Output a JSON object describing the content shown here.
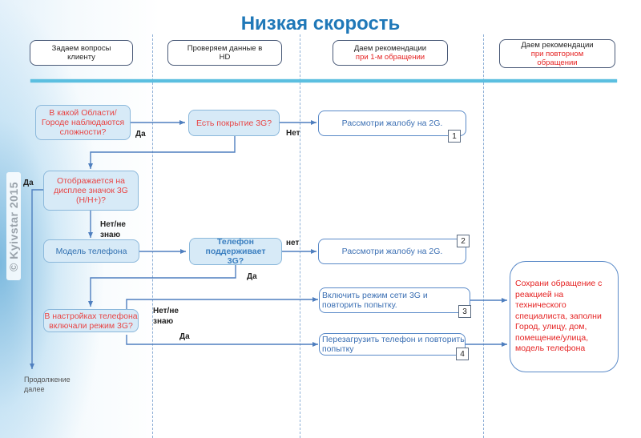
{
  "title": "Низкая скорость",
  "watermark": "© Kyivstar 2015",
  "lanes": [
    {
      "line1": "Задаем вопросы",
      "line2": "клиенту",
      "line3": ""
    },
    {
      "line1": "Проверяем данные в",
      "line2": "HD",
      "line3": ""
    },
    {
      "line1": "Даем рекомендации",
      "line2": "при 1-м обращении",
      "line3": ""
    },
    {
      "line1": "Даем рекомендации",
      "line2": "при повторном",
      "line3": "обращении"
    }
  ],
  "nodes": {
    "region_question": "В какой Области/Городе наблюдаются сложности?",
    "coverage_question": "Есть покрытие 3G?",
    "review_2g_1": "Рассмотри жалобу на 2G.",
    "icon_question": "Отображается на дисплее значок 3G (H/H+)?",
    "phone_model": "Модель телефона",
    "phone_supports_question": "Телефон поддерживает 3G?",
    "review_2g_2": "Рассмотри жалобу на 2G.",
    "settings_question": "В настройках телефона включали режим 3G?",
    "enable_3g": "Включить режим сети 3G и повторить попытку.",
    "reboot_phone": "Перезагрузить телефон и повторить попытку",
    "save_request": "Сохрани обращение с реакцией на технического специалиста, заполни Город, улицу, дом, помещение/улица, модель телефона"
  },
  "badges": [
    "1",
    "2",
    "3",
    "4"
  ],
  "edge_labels": {
    "region_yes": "Да",
    "coverage_no": "Нет",
    "icon_yes": "Да",
    "icon_no_1": "Нет/не",
    "icon_no_2": "знаю",
    "supports_no": "нет",
    "supports_yes": "Да",
    "settings_no_1": "Нет/не",
    "settings_no_2": "знаю",
    "settings_yes": "Да"
  },
  "continue_label": {
    "line1": "Продолжение",
    "line2": "далее"
  },
  "colors": {
    "title": "#1f78b8",
    "question_text": "#e84545",
    "action_text": "#3b6fb3",
    "edge": "#4f7fbf",
    "lane_bar": "#5bbfe0"
  }
}
